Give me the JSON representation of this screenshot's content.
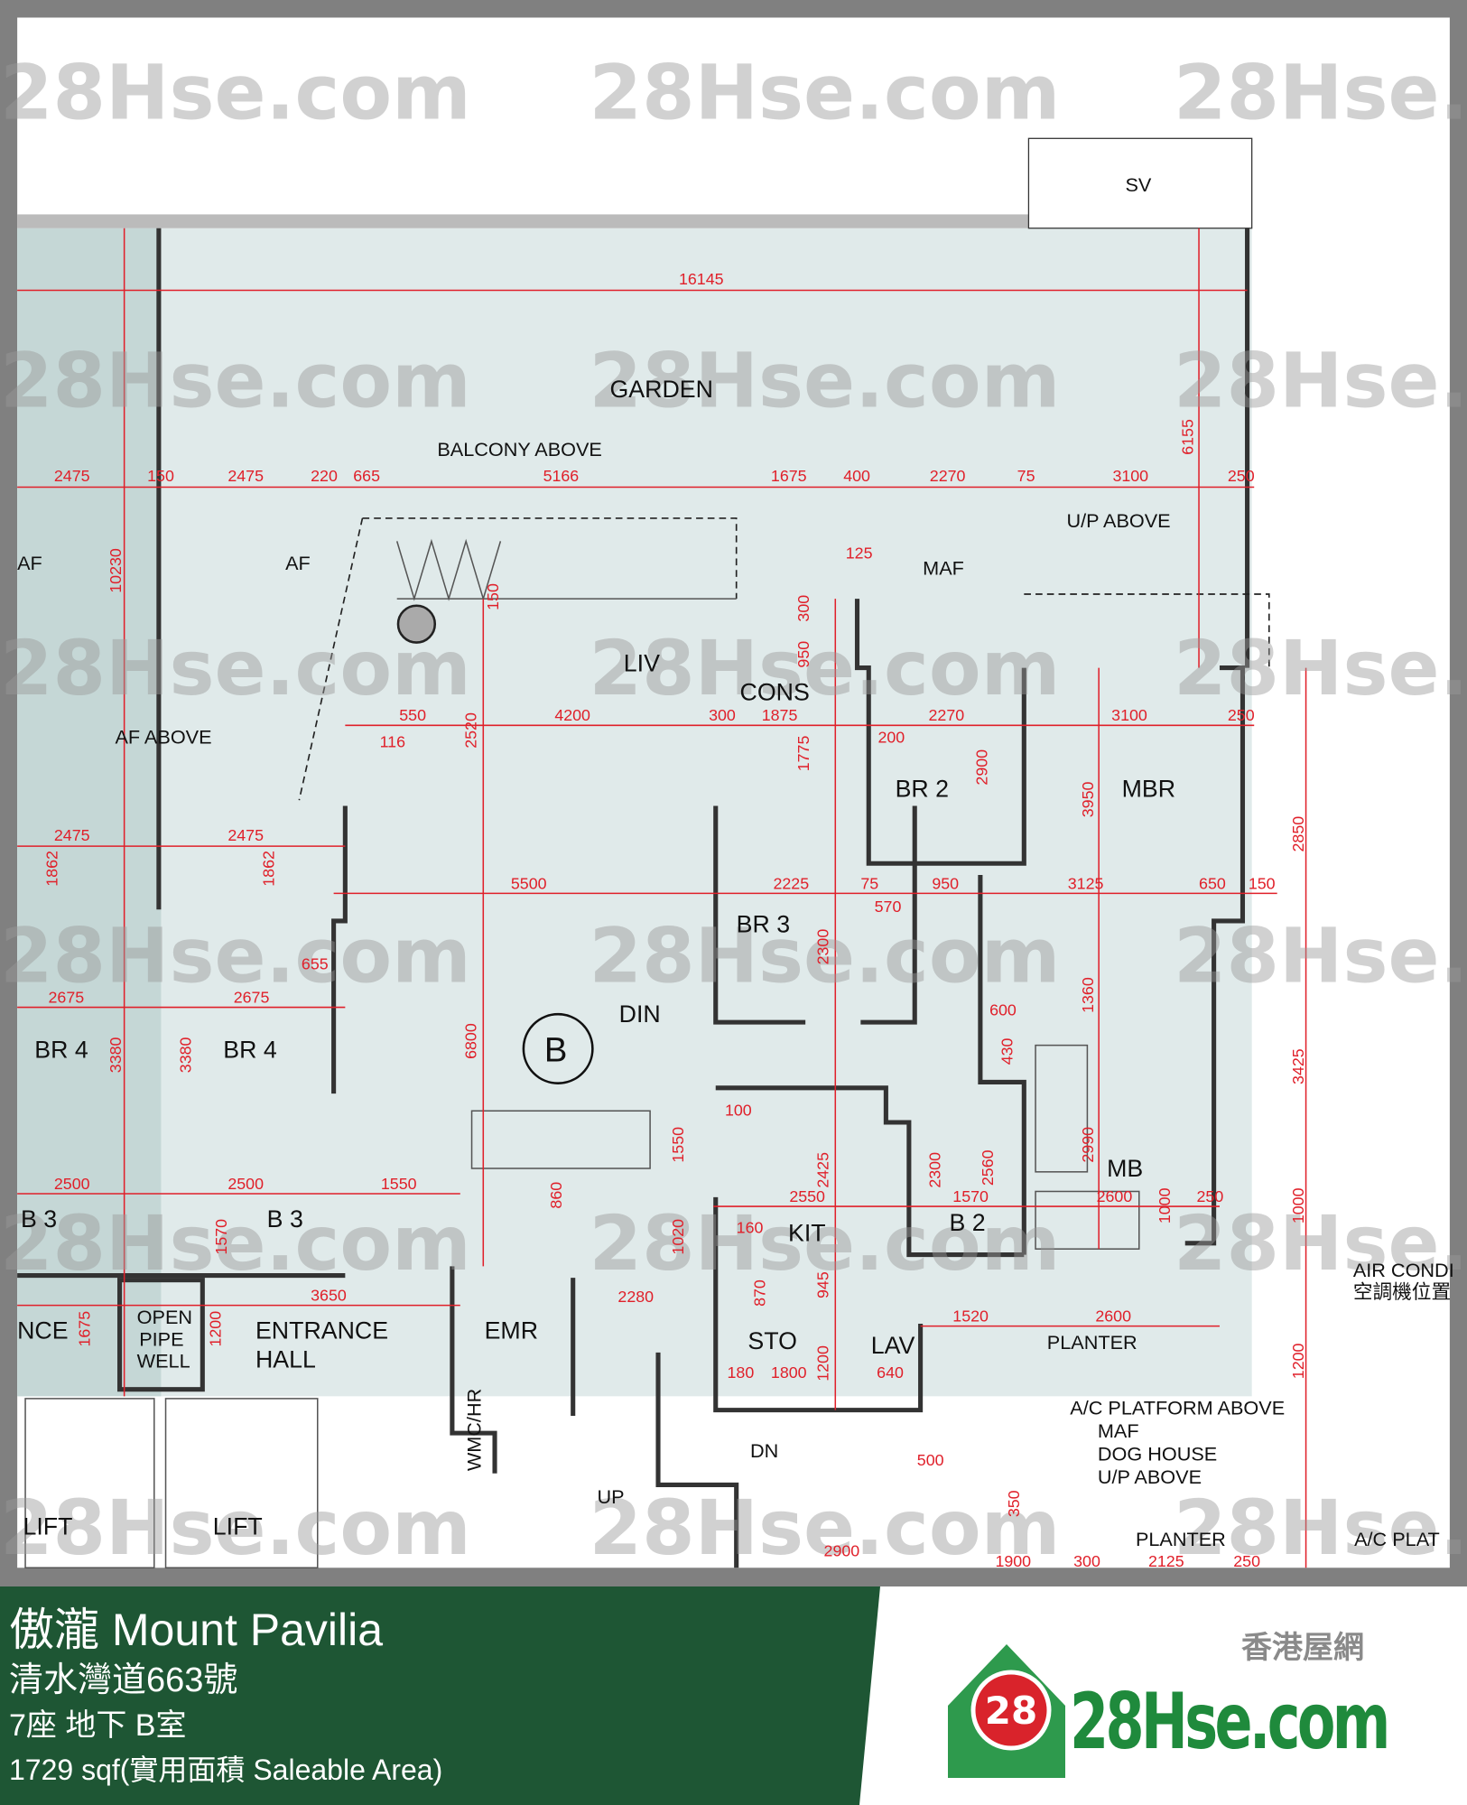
{
  "labels": {
    "sv": "SV",
    "garden": "GARDEN",
    "balcony_above": "BALCONY ABOVE",
    "up_above": "U/P ABOVE",
    "maf": "MAF",
    "af": "AF",
    "liv": "LIV",
    "cons": "CONS",
    "af_above": "AF ABOVE",
    "br2": "BR 2",
    "mbr": "MBR",
    "br3": "BR 3",
    "din": "DIN",
    "unit": "B",
    "br4": "BR 4",
    "mb": "MB",
    "b3": "B 3",
    "b2": "B 2",
    "kit": "KIT",
    "entrance_partial": "NCE",
    "open_pipe_well": [
      "OPEN",
      "PIPE",
      "WELL"
    ],
    "entrance_hall": [
      "ENTRANCE",
      "HALL"
    ],
    "emr": "EMR",
    "sto": "STO",
    "lav": "LAV",
    "planter": "PLANTER",
    "air_cond": "AIR CONDI",
    "air_cond_zh": "空調機位置",
    "ac_platform_above": "A/C PLATFORM ABOVE",
    "maf2": "MAF",
    "dog_house": "DOG HOUSE",
    "up_above2": "U/P ABOVE",
    "wmc_hr": "WMC/HR",
    "dn": "DN",
    "up": "UP",
    "lift": "LIFT",
    "ac_plat": "A/C PLAT"
  },
  "dims": [
    "16145",
    "2475",
    "150",
    "2475",
    "220",
    "665",
    "5166",
    "1675",
    "400",
    "2270",
    "75",
    "3100",
    "250",
    "6155",
    "10230",
    "125",
    "300",
    "950",
    "550",
    "150",
    "4200",
    "300",
    "1875",
    "2270",
    "3100",
    "250",
    "116",
    "2520",
    "1775",
    "200",
    "2900",
    "3950",
    "2850",
    "2475",
    "2475",
    "5500",
    "2225",
    "75",
    "950",
    "3125",
    "650",
    "150",
    "1862",
    "1862",
    "2300",
    "2675",
    "2675",
    "3380",
    "3380",
    "6800",
    "1360",
    "600",
    "3425",
    "1000",
    "100",
    "2425",
    "1550",
    "2990",
    "2560",
    "2300",
    "2500",
    "2500",
    "1550",
    "1570",
    "2600",
    "250",
    "3650",
    "860",
    "2280",
    "2550",
    "945",
    "1020",
    "1200",
    "1800",
    "640",
    "1520",
    "2600",
    "2900",
    "1900",
    "2125",
    "250",
    "300",
    "1000",
    "1200",
    "1675",
    "1200",
    "655",
    "570",
    "430",
    "1570",
    "160",
    "870",
    "180",
    "500",
    "350"
  ],
  "watermark": "28Hse.com",
  "watermark_badge": "28",
  "banner": {
    "title": "傲瀧 Mount Pavilia",
    "address": "清水灣道663號",
    "unit": "7座 地下 B室",
    "area": "1729 sqf(實用面積 Saleable Area)"
  },
  "logo": {
    "zh": "香港屋網",
    "badge": "28",
    "text": "28Hse.com"
  },
  "colors": {
    "banner_green": "#1e5634",
    "dimension_red": "#e0202a",
    "logo_green": "#1f8a3c",
    "logo_red": "#d9232b"
  }
}
